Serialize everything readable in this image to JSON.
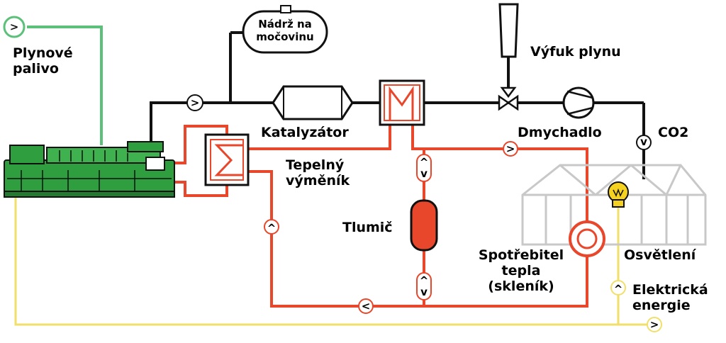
{
  "labels": {
    "gas_fuel": "Plynové\npalivo",
    "urea_tank": "Nádrž na\nmočovinu",
    "exhaust": "Výfuk plynu",
    "catalyst": "Katalyzátor",
    "blower": "Dmychadlo",
    "co2": "CO2",
    "heat_exchanger": "Tepelný\nvýměník",
    "muffler": "Tlumič",
    "heat_consumer": "Spotřebitel\ntepla\n(skleník)",
    "lighting": "Osvětlení",
    "electric_energy": "Elektrická\nenergie"
  },
  "flow_markers": {
    "gas_in": ">",
    "exhaust_main": ">",
    "co2_down": "v",
    "hot_water_right": ">",
    "return_left": "<",
    "return_up": "^",
    "elec_up": "^",
    "elec_out": ">",
    "muffler_top_up": "^",
    "muffler_top_down": "v",
    "muffler_bot_up": "^",
    "muffler_bot_down": "v"
  },
  "colors": {
    "gas_line": "#5cc07a",
    "exhaust_line": "#111111",
    "water_line": "#e8472b",
    "electric_line": "#f2df6a",
    "engine_green": "#2f9e3f",
    "greenhouse_grey": "#c8c8c8",
    "bulb_yellow": "#f5d21f"
  }
}
